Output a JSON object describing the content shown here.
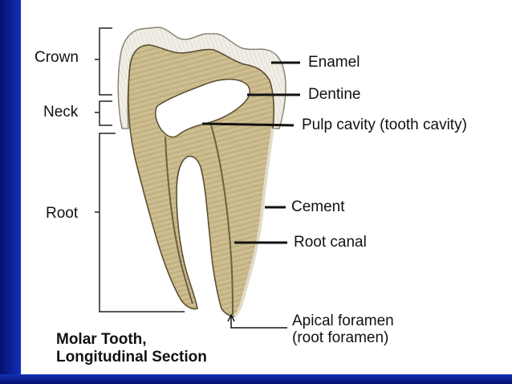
{
  "labels": {
    "crown": "Crown",
    "neck": "Neck",
    "root": "Root",
    "enamel": "Enamel",
    "dentine": "Dentine",
    "pulp_cavity": "Pulp cavity (tooth cavity)",
    "cement": "Cement",
    "root_canal": "Root canal",
    "apical_foramen_line1": "Apical foramen",
    "apical_foramen_line2": "(root foramen)"
  },
  "caption": {
    "line1": "Molar Tooth,",
    "line2": "Longitudinal Section"
  },
  "colors": {
    "slide_border": "#0a1a8c",
    "background": "#ffffff",
    "dentine": "#c9b98a",
    "enamel": "#eeeae0",
    "pulp": "#ffffff",
    "leader": "#111111"
  }
}
